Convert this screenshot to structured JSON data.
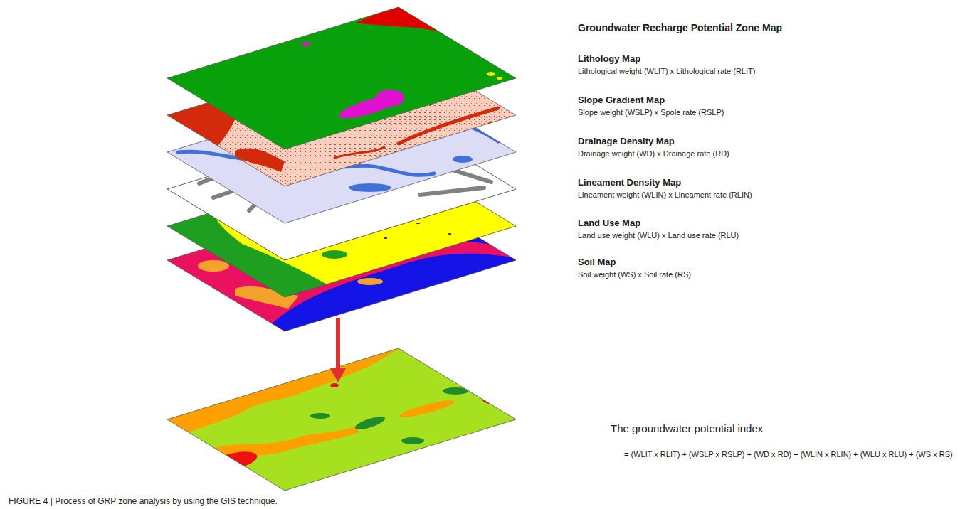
{
  "diagram": {
    "title": "Groundwater Recharge Potential Zone Map",
    "caption": "FIGURE 4 | Process of GRP zone analysis by using the GIS technique.",
    "labels": [
      "Lithology Map",
      "Lithological weight (WLIT) x Lithological rate (RLIT)",
      "Slope Gradient Map",
      "Slope weight (WSLP) x Spole rate (RSLP)",
      "Drainage Density Map",
      "Drainage weight (WD) x Drainage rate (RD)",
      "Lineament Density Map",
      "Lineament weight (WLIN) x Lineament rate (RLIN)",
      "Land Use Map",
      "Land use weight (WLU) x Land use rate (RLU)",
      "Soil Map",
      "Soil weight (WS) x Soil rate (RS)",
      "The groundwater potential index",
      "= (WLIT x RLIT) + (WSLP x RSLP) + (WD x RD) + (WLIN x RLIN) + (WLU x RLU) + (WS x RS)"
    ]
  }
}
